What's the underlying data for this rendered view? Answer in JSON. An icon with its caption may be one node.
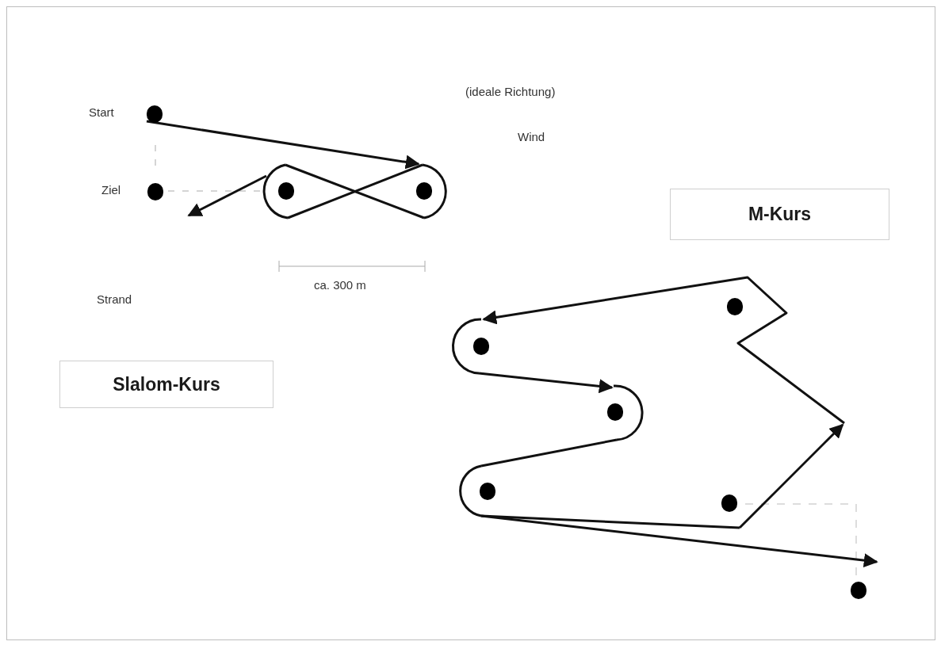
{
  "diagram": {
    "nodes": [
      {
        "text": [],
        "shape": "circle",
        "beside": [
          "Start"
        ]
      },
      {
        "text": [],
        "shape": "circle",
        "beside": [
          "Ziel"
        ]
      },
      {
        "text": [],
        "shape": "circle"
      },
      {
        "text": [],
        "shape": "circle"
      },
      {
        "text": [],
        "shape": "circle"
      },
      {
        "text": [],
        "shape": "circle"
      },
      {
        "text": [],
        "shape": "circle"
      },
      {
        "text": [],
        "shape": "circle"
      },
      {
        "text": [],
        "shape": "circle"
      },
      {
        "text": [],
        "shape": "circle"
      },
      {
        "text": [
          "Slalom-Kurs"
        ]
      },
      {
        "text": [
          "M-Kurs"
        ]
      }
    ],
    "edges": [
      {
        "from": 0,
        "to": 3,
        "arrow": "to"
      },
      {
        "from": 3,
        "to": 2,
        "arrow": "none"
      },
      {
        "from": 2,
        "to": 3,
        "arrow": "none"
      },
      {
        "from": 2,
        "to": null,
        "arrow": "to"
      },
      {
        "from": 7,
        "to": 8,
        "arrow": "none"
      },
      {
        "from": 8,
        "to": null,
        "arrow": "to"
      },
      {
        "from": null,
        "to": 5,
        "arrow": "to"
      },
      {
        "from": 5,
        "to": 6,
        "arrow": "to"
      },
      {
        "from": 6,
        "to": 7,
        "arrow": "none"
      },
      {
        "from": 7,
        "to": 9,
        "arrow": "to"
      }
    ],
    "labels": [
      "(ideale Richtung)",
      "Wind",
      "ca. 300 m",
      "Strand"
    ]
  }
}
